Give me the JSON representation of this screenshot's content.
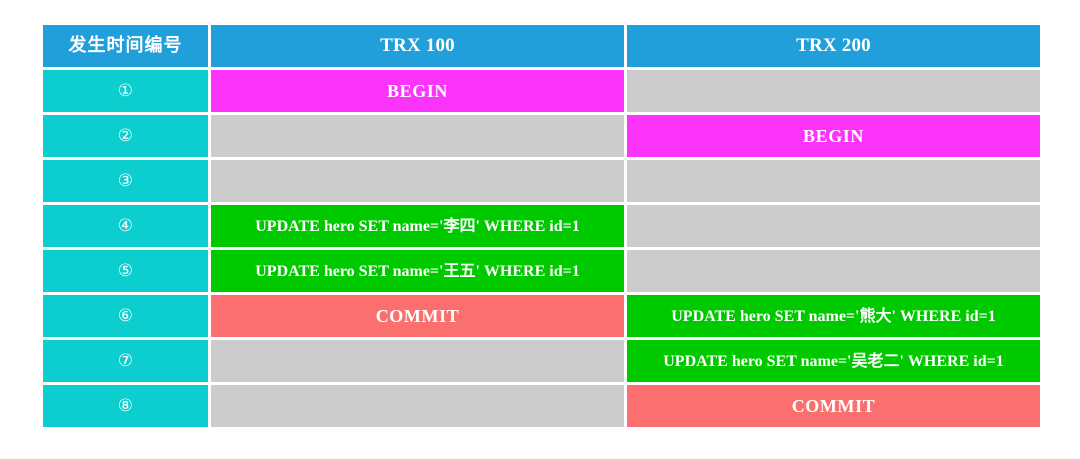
{
  "table": {
    "headers": [
      {
        "label": "发生时间编号",
        "kind": "header"
      },
      {
        "label": "TRX 100",
        "kind": "header"
      },
      {
        "label": "TRX 200",
        "kind": "header"
      }
    ],
    "rows": [
      {
        "seq": "①",
        "trx100": {
          "text": "BEGIN",
          "state": "begin"
        },
        "trx200": {
          "text": "",
          "state": "empty"
        }
      },
      {
        "seq": "②",
        "trx100": {
          "text": "",
          "state": "empty"
        },
        "trx200": {
          "text": "BEGIN",
          "state": "begin"
        }
      },
      {
        "seq": "③",
        "trx100": {
          "text": "",
          "state": "empty"
        },
        "trx200": {
          "text": "",
          "state": "empty"
        }
      },
      {
        "seq": "④",
        "trx100": {
          "text": "UPDATE hero SET name='李四' WHERE id=1",
          "state": "update"
        },
        "trx200": {
          "text": "",
          "state": "empty"
        }
      },
      {
        "seq": "⑤",
        "trx100": {
          "text": "UPDATE hero SET name='王五' WHERE id=1",
          "state": "update"
        },
        "trx200": {
          "text": "",
          "state": "empty"
        }
      },
      {
        "seq": "⑥",
        "trx100": {
          "text": "COMMIT",
          "state": "commit"
        },
        "trx200": {
          "text": "UPDATE hero SET name='熊大' WHERE id=1",
          "state": "update"
        }
      },
      {
        "seq": "⑦",
        "trx100": {
          "text": "",
          "state": "empty"
        },
        "trx200": {
          "text": "UPDATE hero SET name='吴老二' WHERE id=1",
          "state": "update"
        }
      },
      {
        "seq": "⑧",
        "trx100": {
          "text": "",
          "state": "empty"
        },
        "trx200": {
          "text": "COMMIT",
          "state": "commit"
        }
      }
    ]
  },
  "colors": {
    "header": "#209fdb",
    "sequence": "#0ccece",
    "empty": "#cccccc",
    "begin": "#fb33fb",
    "update": "#00c900",
    "commit": "#fb6f6f",
    "page_background": "#ffffff",
    "gutter": "#ffffff",
    "text": "#ffffff"
  }
}
